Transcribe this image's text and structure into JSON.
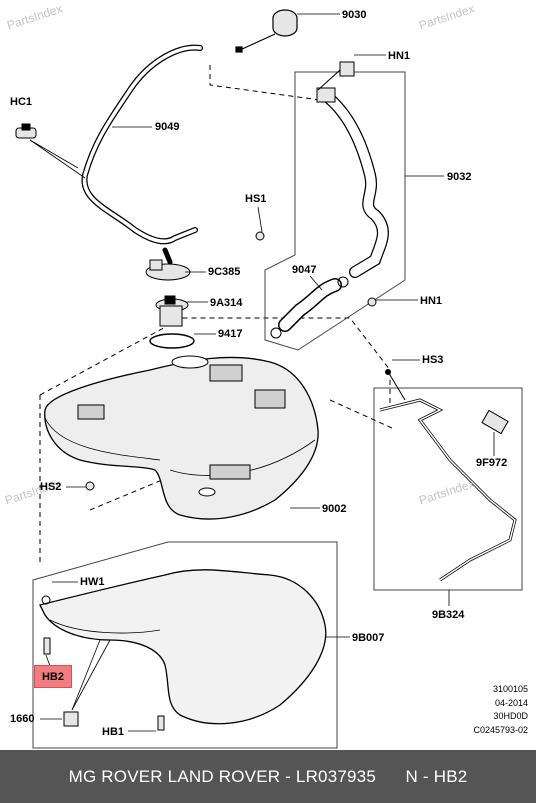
{
  "watermarks": [
    "PartsIndex",
    "PartsIndex",
    "PartsIndex",
    "PartsIndex"
  ],
  "labels": {
    "p9030": "9030",
    "hn1_top": "HN1",
    "hc1": "HC1",
    "p9049": "9049",
    "p9032": "9032",
    "hs1": "HS1",
    "p9c385": "9C385",
    "p9047": "9047",
    "p9a314": "9A314",
    "hn1_mid": "HN1",
    "p9417": "9417",
    "hs3": "HS3",
    "p9f972": "9F972",
    "hs2": "HS2",
    "p9002": "9002",
    "hw1": "HW1",
    "p9b324": "9B324",
    "p9b007": "9B007",
    "hb2": "HB2",
    "p1660": "1660",
    "hb1": "HB1"
  },
  "info_block": {
    "line1": "3100105",
    "line2": "04-2014",
    "line3": "30HD0D",
    "line4": "C0245793-02"
  },
  "footer": {
    "brand": "MG ROVER LAND ROVER - LR037935",
    "code": "N - HB2"
  },
  "colors": {
    "highlight": "#f07d80",
    "footer_bg": "#555555",
    "part_fill": "#e6e6e6"
  }
}
